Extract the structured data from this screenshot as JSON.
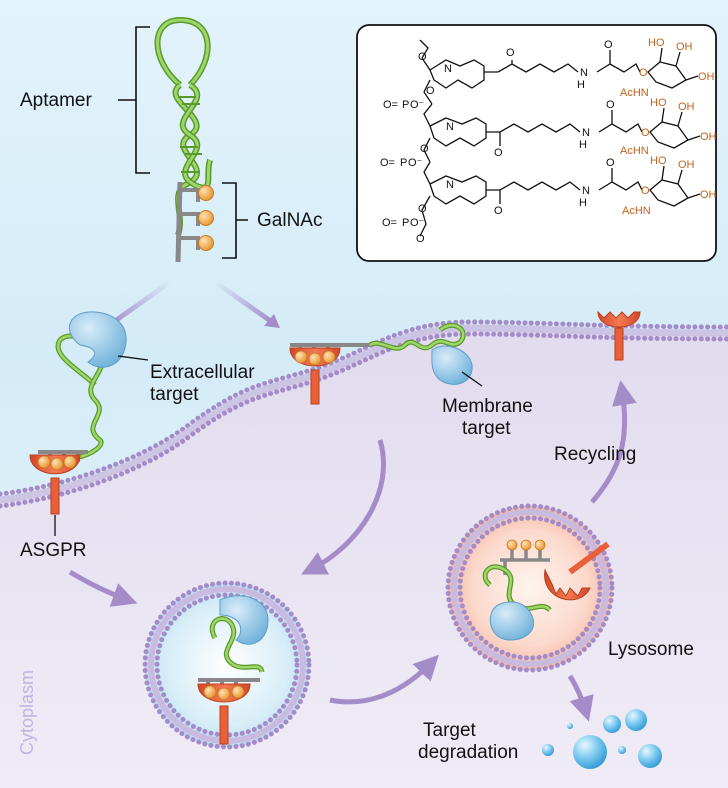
{
  "labels": {
    "aptamer": "Aptamer",
    "galnac": "GalNAc",
    "extracellular_target": [
      "Extracellular",
      "target"
    ],
    "membrane_target": [
      "Membrane",
      "target"
    ],
    "asgpr": "ASGPR",
    "recycling": "Recycling",
    "lysosome": "Lysosome",
    "target_degradation": [
      "Target",
      "degradation"
    ],
    "cytoplasm": "Cytoplasm"
  },
  "chemistry": {
    "oh": "OH",
    "ho": "HO",
    "achn": "AcHN",
    "o": "O",
    "n": "N",
    "h": "H",
    "p": "P",
    "o_minus": "O⁻",
    "o_eq": "O="
  },
  "colors": {
    "background_top": "#dff1fb",
    "cytoplasm": "#ece6f3",
    "membrane_head": "#9c86c4",
    "aptamer": "#79c143",
    "receptor": "#e8603a",
    "galnac_bead": "#f2a443",
    "target_protein": "#8fc4e6",
    "arrow": "#a48cc9",
    "chem_orange": "#c4621a"
  }
}
